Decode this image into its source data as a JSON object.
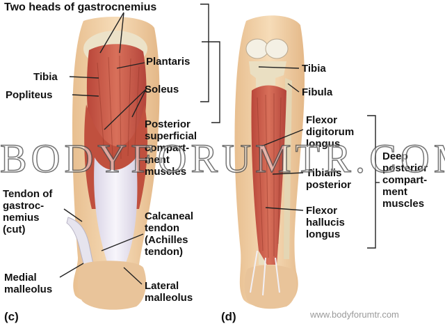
{
  "panels": {
    "left_letter": "(c)",
    "right_letter": "(d)"
  },
  "labels": {
    "two_heads": "Two heads of gastrocnemius",
    "plantaris": "Plantaris",
    "tibia_left": "Tibia",
    "popliteus": "Popliteus",
    "soleus": "Soleus",
    "posterior_superficial": "Posterior\nsuperficial\ncompart-\nment\nmuscles",
    "tendon_gastroc": "Tendon of\ngastroc-\nnemius\n(cut)",
    "calcaneal_tendon": "Calcaneal\ntendon\n(Achilles\ntendon)",
    "medial_malleolus": "Medial\nmalleolus",
    "lateral_malleolus": "Lateral\nmalleolus",
    "tibia_right": "Tibia",
    "fibula": "Fibula",
    "flexor_digitorum": "Flexor\ndigitorum\nlongus",
    "tibialis_posterior": "Tibialis\nposterior",
    "flexor_hallucis": "Flexor\nhallucis\nlongus",
    "deep_posterior": "Deep\nposterior\ncompart-\nment\nmuscles"
  },
  "watermark": {
    "text": "BODYFORUMTR.COM",
    "url": "www.bodyforumtr.com"
  },
  "colors": {
    "skin": "#f0cfa4",
    "bone": "#ece2c8",
    "muscle": "#cc5a44",
    "muscle_dark": "#a8402f",
    "tendon": "#eae6f2",
    "label_text": "#111111",
    "leader_line": "#222222"
  }
}
